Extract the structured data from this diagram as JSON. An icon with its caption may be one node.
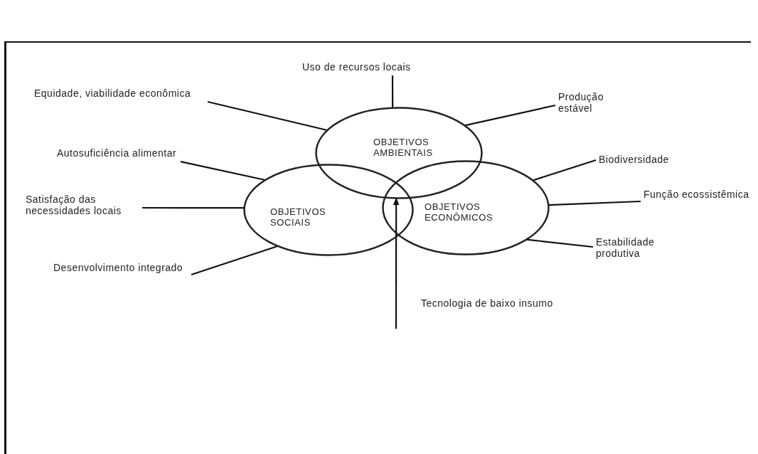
{
  "diagram": {
    "nodes": [
      {
        "text": [
          "OBJETIVOS AMBIENTAIS"
        ]
      },
      {
        "text": [
          "OBJETIVOS SOCIAIS"
        ]
      },
      {
        "text": [
          "OBJETIVOS ECONÔMICOS"
        ]
      },
      {
        "text": [
          "Uso de recursos locais"
        ]
      },
      {
        "text": [
          "Equidade, viabilidade econômica"
        ]
      },
      {
        "text": [
          "Produção estável"
        ]
      },
      {
        "text": [
          "Autosuficiência alimentar"
        ]
      },
      {
        "text": [
          "Satisfação das necessidades locais"
        ]
      },
      {
        "text": [
          "Desenvolvimento integrado"
        ]
      },
      {
        "text": [
          "Biodiversidade"
        ]
      },
      {
        "text": [
          "Função ecossistêmica"
        ]
      },
      {
        "text": [
          "Estabilidade produtiva"
        ]
      }
    ],
    "edges": [
      {
        "from": 3,
        "to": 0,
        "arrow": "none"
      },
      {
        "from": 4,
        "to": 0,
        "arrow": "none"
      },
      {
        "from": 5,
        "to": 0,
        "arrow": "none"
      },
      {
        "from": 6,
        "to": 1,
        "arrow": "none"
      },
      {
        "from": 7,
        "to": 1,
        "arrow": "none"
      },
      {
        "from": 8,
        "to": 1,
        "arrow": "none"
      },
      {
        "from": 9,
        "to": 2,
        "arrow": "none"
      },
      {
        "from": 10,
        "to": 2,
        "arrow": "none"
      },
      {
        "from": 11,
        "to": 2,
        "arrow": "none"
      },
      {
        "from": null,
        "to": 0,
        "arrow": "to",
        "label": "Tecnologia de baixo insumo"
      }
    ]
  }
}
